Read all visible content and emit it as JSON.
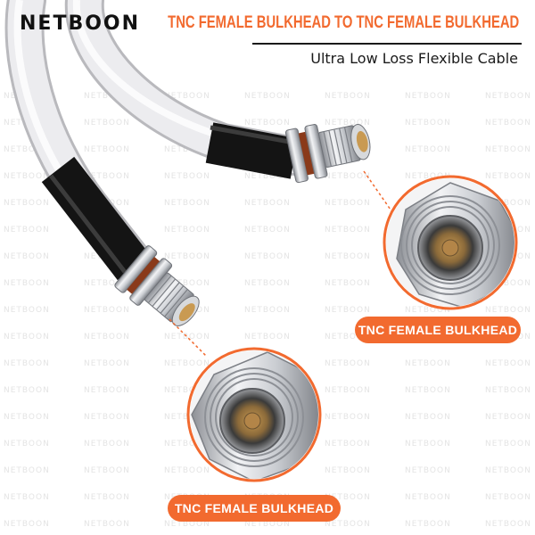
{
  "brand": {
    "name": "NETBOON"
  },
  "header": {
    "title": "TNC FEMALE BULKHEAD TO TNC FEMALE BULKHEAD",
    "subtitle": "Ultra Low Loss Flexible Cable"
  },
  "callouts": [
    {
      "label": "TNC FEMALE BULKHEAD"
    },
    {
      "label": "TNC FEMALE BULKHEAD"
    }
  ],
  "colors": {
    "accent": "#f26a2f",
    "cable": "#e9e9ec",
    "heatshrink": "#141414",
    "metal": "#c8cbd0"
  }
}
